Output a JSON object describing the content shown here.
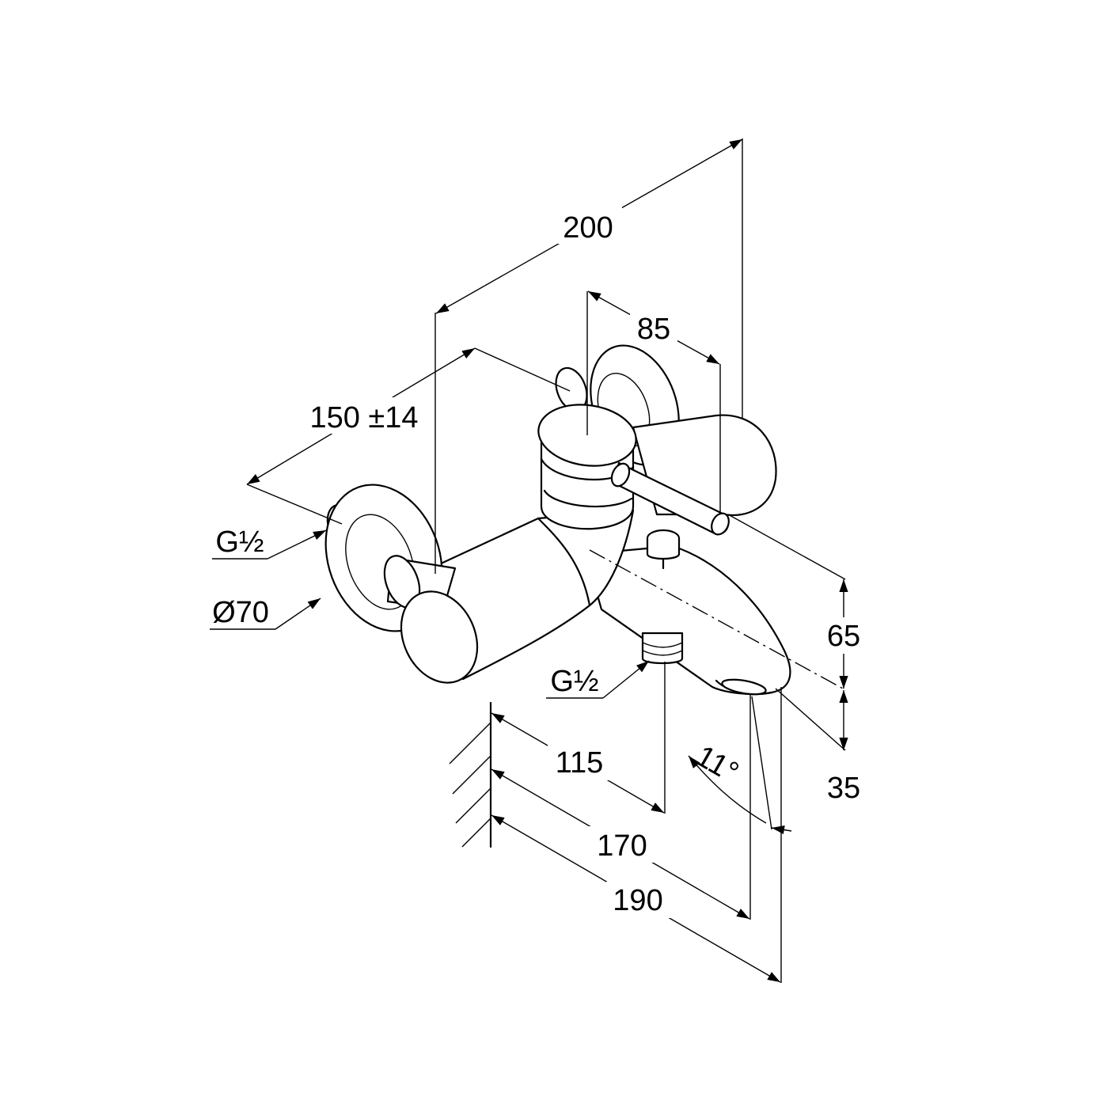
{
  "drawing": {
    "dimensions": {
      "overall_depth": "200",
      "lever_length": "85",
      "inlet_centres": "150 ±14",
      "inlet_thread": "G½",
      "rosette_diameter": "Ø70",
      "outlet_thread": "G½",
      "spout_height_above": "65",
      "spout_height_below": "35",
      "spout_angle": "11°",
      "outlet_projection": "115",
      "spout_projection": "170",
      "overall_projection": "190"
    },
    "colors": {
      "line": "#000000",
      "background": "#ffffff"
    }
  }
}
